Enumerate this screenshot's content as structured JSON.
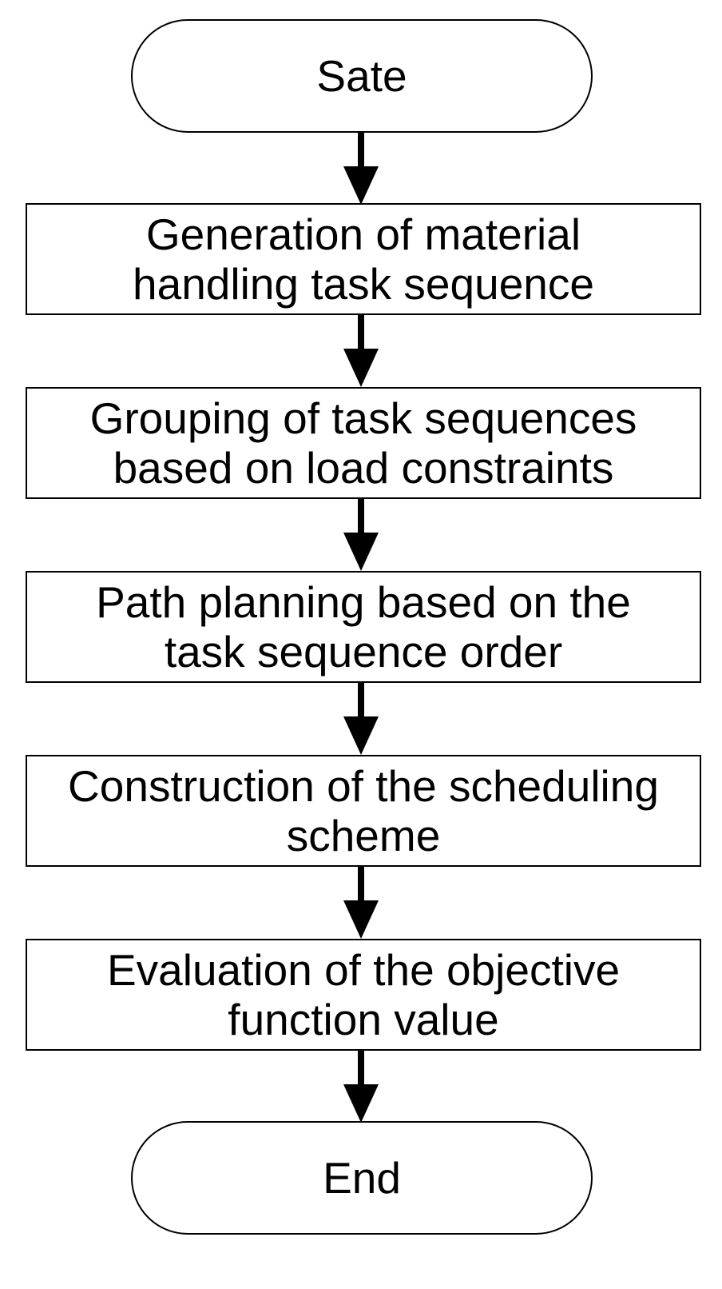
{
  "flowchart": {
    "start": "Sate",
    "steps": [
      "Generation of material\nhandling task sequence",
      "Grouping of task sequences\nbased on load constraints",
      "Path planning based on the\ntask sequence order",
      "Construction of the scheduling\nscheme",
      "Evaluation of the objective\nfunction value"
    ],
    "end": "End"
  }
}
